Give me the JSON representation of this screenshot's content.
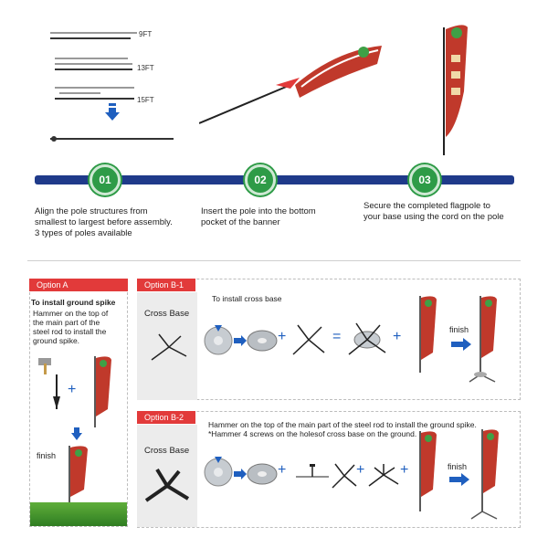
{
  "poles": {
    "label_9ft": "9FT",
    "label_13ft": "13FT",
    "label_15ft": "15FT"
  },
  "steps": [
    {
      "number": "01",
      "text_line1": "Align the pole structures from",
      "text_line2": "smallest to largest before assembly.",
      "text_line3": "3 types of poles available"
    },
    {
      "number": "02",
      "text_line1": "Insert  the  pole  into  the  bottom",
      "text_line2": "pocket of the banner",
      "text_line3": ""
    },
    {
      "number": "03",
      "text_line1": "Secure  the  completed  flagpole  to",
      "text_line2": "your base using the cord on the pole",
      "text_line3": ""
    }
  ],
  "option_a": {
    "tab": "Option A",
    "title": "To install ground spike",
    "desc_line1": "Hammer on the top of",
    "desc_line2": "the main part of the",
    "desc_line3": "steel rod to install the",
    "desc_line4": "ground spike.",
    "plus": "+",
    "finish": "finish"
  },
  "option_b1": {
    "tab": "Option B-1",
    "title": "To install cross base",
    "side_label": "Cross Base",
    "plus1": "+",
    "plus2": "+",
    "equals": "=",
    "plus3": "+",
    "finish": "finish"
  },
  "option_b2": {
    "tab": "Option B-2",
    "line1": "Hammer on the top of the main part of the steel rod to install the ground spike.",
    "line2": "*Hammer 4 screws on the holesof cross base on the ground.",
    "side_label": "Cross Base",
    "plus1": "+",
    "plus2": "+",
    "plus3": "+",
    "finish": "finish"
  },
  "colors": {
    "timeline": "#1f3a8a",
    "step_green": "#2e9b47",
    "tab_red": "#e23a3a",
    "arrow_blue": "#1f5fbf"
  }
}
